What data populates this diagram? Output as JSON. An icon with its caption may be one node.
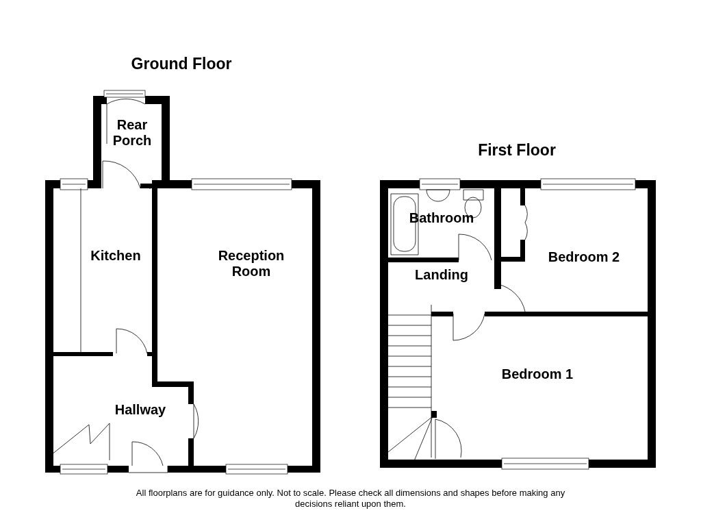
{
  "diagram": {
    "caption": "All floorplans are for guidance only. Not to scale. Please check all dimensions and shapes before making any decisions reliant upon them.",
    "nodes": [
      {
        "text": [
          "Rear Porch"
        ]
      },
      {
        "text": [
          "Kitchen"
        ]
      },
      {
        "text": [
          "Reception Room"
        ]
      },
      {
        "text": [
          "Hallway"
        ]
      },
      {
        "text": [
          "Bathroom"
        ]
      },
      {
        "text": [
          "Landing"
        ]
      },
      {
        "text": [
          "Bedroom 2"
        ]
      },
      {
        "text": [
          "Bedroom 1"
        ]
      }
    ],
    "labels": [
      "Ground Floor",
      "First Floor"
    ]
  }
}
